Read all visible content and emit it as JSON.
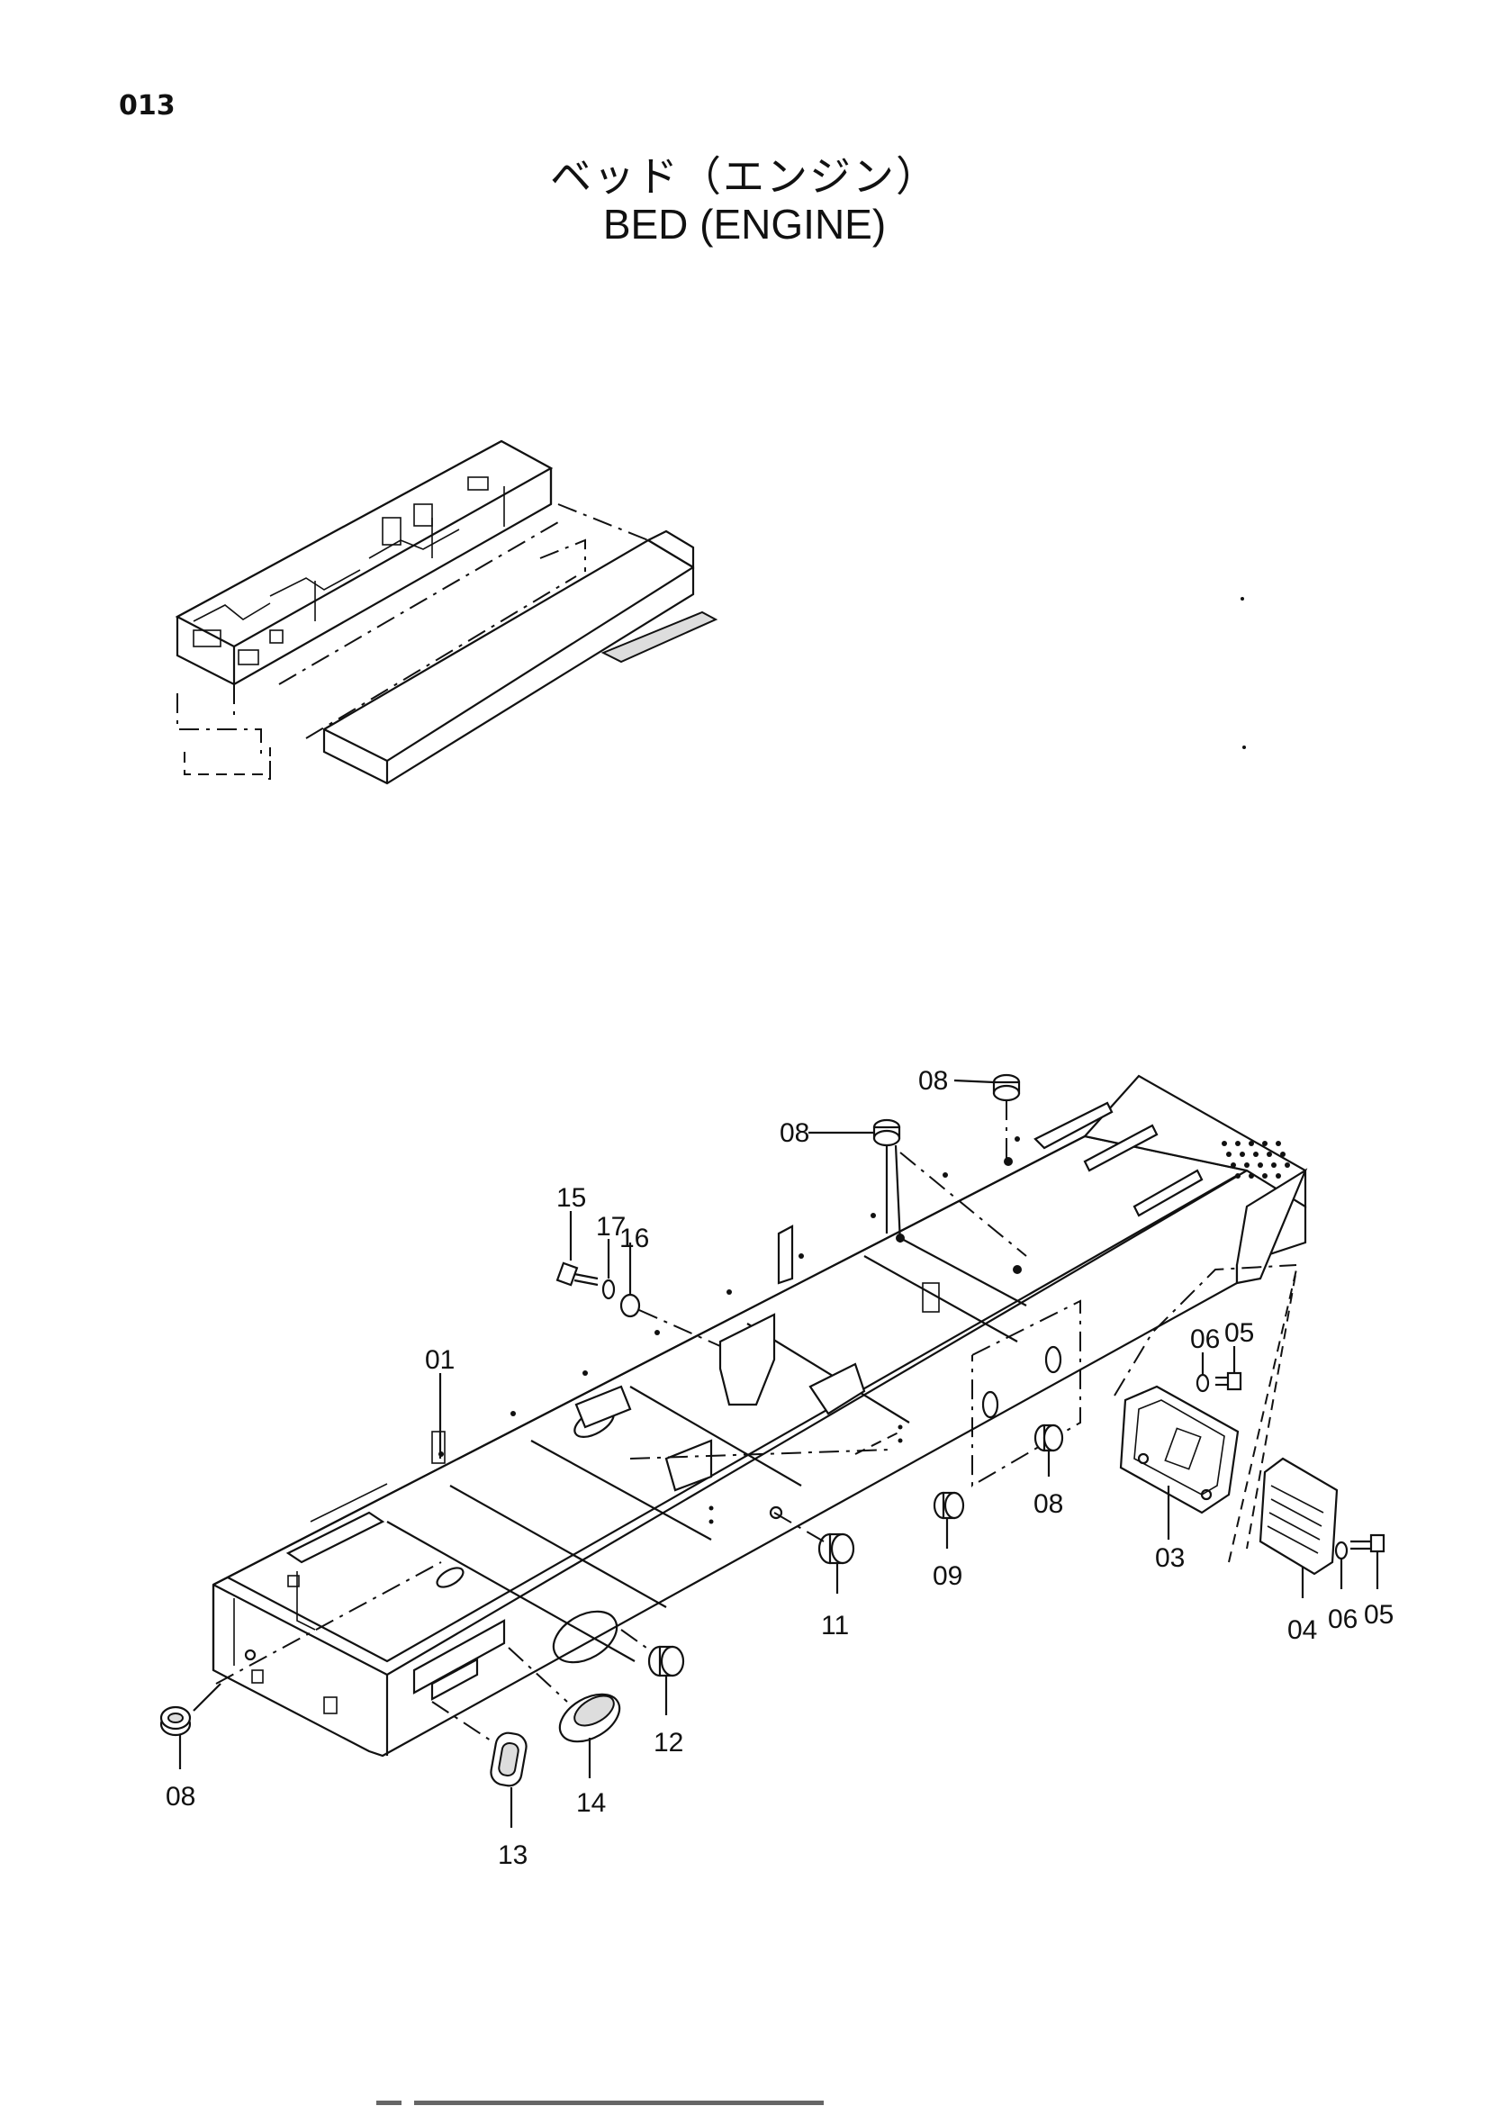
{
  "page_number": "013",
  "title_jp": "ベッド（エンジン）",
  "title_en": "BED (ENGINE)",
  "callouts": [
    {
      "id": "c01",
      "label": "01"
    },
    {
      "id": "c03",
      "label": "03"
    },
    {
      "id": "c04",
      "label": "04"
    },
    {
      "id": "c05a",
      "label": "05"
    },
    {
      "id": "c05b",
      "label": "05"
    },
    {
      "id": "c06a",
      "label": "06"
    },
    {
      "id": "c06b",
      "label": "06"
    },
    {
      "id": "c08a",
      "label": "08"
    },
    {
      "id": "c08b",
      "label": "08"
    },
    {
      "id": "c08c",
      "label": "08"
    },
    {
      "id": "c08d",
      "label": "08"
    },
    {
      "id": "c09",
      "label": "09"
    },
    {
      "id": "c11",
      "label": "11"
    },
    {
      "id": "c12",
      "label": "12"
    },
    {
      "id": "c13",
      "label": "13"
    },
    {
      "id": "c14",
      "label": "14"
    },
    {
      "id": "c15",
      "label": "15"
    },
    {
      "id": "c16",
      "label": "16"
    },
    {
      "id": "c17",
      "label": "17"
    }
  ]
}
